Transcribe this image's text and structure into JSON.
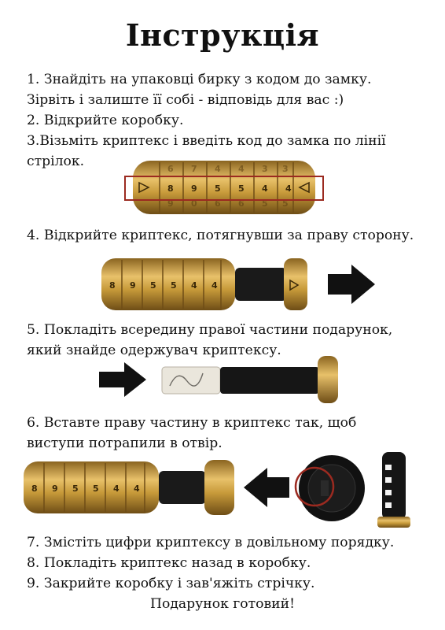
{
  "title": "Інструкція",
  "steps": {
    "s1_a": "1. Знайдіть на упаковці бирку з кодом до замку.",
    "s1_b": "Зірвіть і залиште її собі - відповідь для вас :)",
    "s2": "2. Відкрийте коробку.",
    "s3_a": "3.Візьміть криптекс і введіть код до замка по лінії",
    "s3_b": "стрілок.",
    "s4": "4. Відкрийте криптекс, потягнувши за праву сторону.",
    "s5_a": "5. Покладіть всередину правої частини подарунок,",
    "s5_b": "який знайде одержувач криптексу.",
    "s6_a": "6. Вставте праву частину в криптекс так, щоб",
    "s6_b": "виступи потрапили в отвір.",
    "s7": "7. Змістіть цифри криптексу в довільному порядку.",
    "s8": "8. Покладіть криптекс назад в коробку.",
    "s9": "9. Закрийте коробку і зав'яжіть стрічку.",
    "final": "Подарунок готовий!"
  },
  "code_digits": [
    "8",
    "9",
    "5",
    "5",
    "4",
    "4"
  ],
  "colors": {
    "gold": "#c79a3a",
    "gold_dark": "#8a6420",
    "highlight_frame": "#9b2a20",
    "arrow": "#111111"
  },
  "icons": {
    "arrow_right": "arrow-right-icon",
    "arrow_left": "arrow-left-icon"
  }
}
